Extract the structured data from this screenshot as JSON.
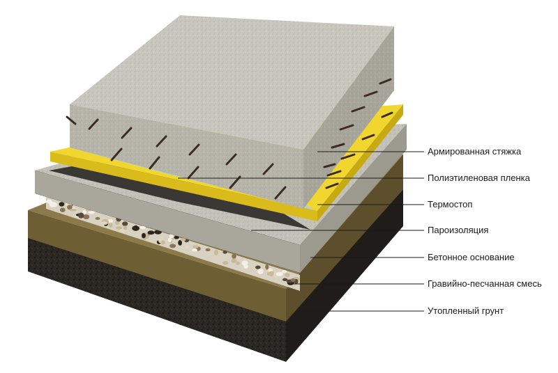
{
  "layers": [
    {
      "id": "screed",
      "label": "Армированная стяжка"
    },
    {
      "id": "film",
      "label": "Полиэтиленовая пленка"
    },
    {
      "id": "thermostop",
      "label": "Термостоп"
    },
    {
      "id": "vapor",
      "label": "Пароизоляция"
    },
    {
      "id": "concrete",
      "label": "Бетонное основание"
    },
    {
      "id": "gravel",
      "label": "Гравийно-песчанная смесь"
    },
    {
      "id": "soil",
      "label": "Утопленный грунт"
    }
  ],
  "colors": {
    "concrete_top": "#c9c7bd",
    "concrete_side": "#a9a79c",
    "thermostop": "#f2d630",
    "film": "#a9cfe6",
    "vapor": "#3a3834",
    "soil_top": "#8c7a4a",
    "soil_side": "#6e5e33",
    "ground": "#2a2622",
    "rebar": "#3b2b24"
  }
}
